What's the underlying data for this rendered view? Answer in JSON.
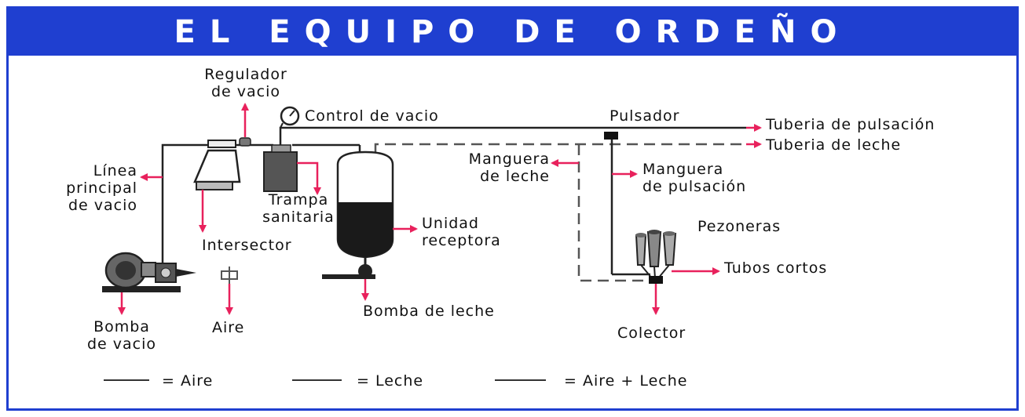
{
  "title": "EL EQUIPO DE ORDEÑO",
  "colors": {
    "banner": "#1f3fd0",
    "arrow": "#e8215c",
    "line": "#222222"
  },
  "labels": {
    "regulador": "Regulador\nde vacio",
    "control": "Control de vacio",
    "pulsador": "Pulsador",
    "tuberia_pulsacion": "Tuberia de pulsación",
    "tuberia_leche": "Tuberia de leche",
    "linea_principal": "Línea\nprincipal\nde vacio",
    "manguera_leche": "Manguera\nde leche",
    "manguera_pulsacion": "Manguera\nde pulsación",
    "trampa": "Trampa\nsanitaria",
    "unidad": "Unidad\nreceptora",
    "pezoneras": "Pezoneras",
    "intersector": "Intersector",
    "tubos_cortos": "Tubos cortos",
    "bomba_vacio": "Bomba\nde vacio",
    "aire": "Aire",
    "bomba_leche": "Bomba de leche",
    "colector": "Colector"
  },
  "legend": [
    {
      "text": "= Aire",
      "style": "solid"
    },
    {
      "text": "= Leche",
      "style": "solid"
    },
    {
      "text": "= Aire + Leche",
      "style": "solid"
    }
  ]
}
